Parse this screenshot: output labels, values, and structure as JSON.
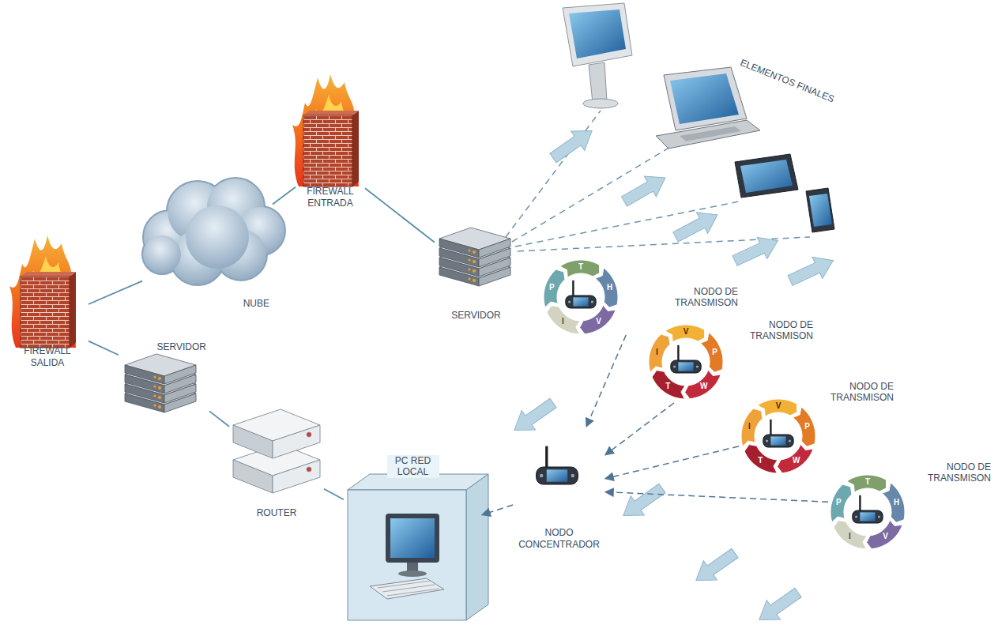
{
  "diagram": {
    "nodes": [
      {
        "text": [
          "FIREWALL ENTRADA"
        ]
      },
      {
        "text": [
          "NUBE"
        ]
      },
      {
        "text": [
          "FIREWALL SALIDA"
        ]
      },
      {
        "text": [
          "SERVIDOR"
        ]
      },
      {
        "text": [
          "SERVIDOR"
        ]
      },
      {
        "text": [
          "ROUTER"
        ]
      },
      {
        "text": [
          "PC RED LOCAL"
        ]
      },
      {
        "text": [
          "NODO DE TRANSMISON"
        ]
      },
      {
        "text": [
          "NODO DE TRANSMISON"
        ]
      },
      {
        "text": [
          "NODO CONCENTRADOR"
        ]
      },
      {
        "text": [
          "NODO DE TRANSMISON"
        ]
      },
      {
        "text": [
          "NODO DE TRANSMISON"
        ]
      }
    ],
    "edges": [
      {
        "from": 2,
        "to": 1,
        "arrow": "none"
      },
      {
        "from": 1,
        "to": 0,
        "arrow": "none"
      },
      {
        "from": 0,
        "to": 3,
        "arrow": "none"
      },
      {
        "from": 2,
        "to": 4,
        "arrow": "none"
      },
      {
        "from": 4,
        "to": 5,
        "arrow": "none"
      },
      {
        "from": 5,
        "to": 6,
        "arrow": "none"
      },
      {
        "from": 9,
        "to": 6,
        "arrow": "to"
      },
      {
        "from": 7,
        "to": 9,
        "arrow": "to"
      },
      {
        "from": 8,
        "to": 9,
        "arrow": "to"
      },
      {
        "from": 10,
        "to": 9,
        "arrow": "to"
      },
      {
        "from": 11,
        "to": 9,
        "arrow": "to"
      }
    ],
    "labels": [
      "ELEMENTOS FINALES",
      "T",
      "H",
      "V",
      "I",
      "P",
      "V",
      "P",
      "W",
      "T",
      "I",
      "V",
      "P",
      "W",
      "T",
      "I",
      "T",
      "H",
      "V",
      "I",
      "P"
    ]
  }
}
